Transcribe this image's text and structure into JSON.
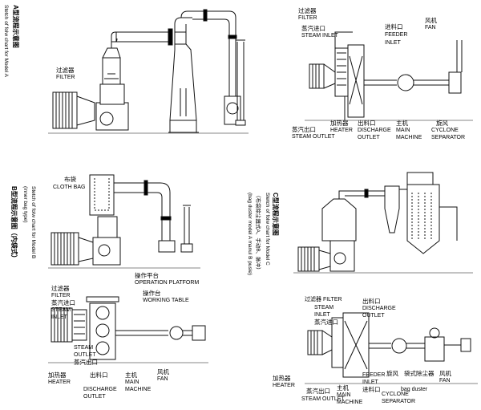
{
  "titles": {
    "a_cn": "A型流程示意图",
    "a_en": "Stetch of folw chart for Model A",
    "b_cn": "B型流程示意图（内袋式）",
    "b_en": "Stetch of folw chart for Model B",
    "b_en2": "(inner bag type)",
    "c_cn": "C型流程示意图",
    "c_en": "Stetch of folw chart for Model C",
    "c_note_cn": "（布袋除尘器式A、手动B、脉冲）",
    "c_note_en": "(bag duster model A manul B pusle)"
  },
  "labels": {
    "filter_cn": "过滤器",
    "filter_en": "FILTER",
    "steam_inlet_cn": "蒸汽进口",
    "steam_inlet_en": "STEAM INLET",
    "steam_en": "STEAM",
    "inlet_en": "INLET",
    "feeder_inlet_cn": "进料口",
    "feeder_en": "FEEDER",
    "fan_cn": "风机",
    "fan_en": "FAN",
    "steam_outlet_cn": "蒸汽出口",
    "steam_outlet_en": "STEAM OUTLET",
    "outlet_en": "OUTLET",
    "heater_cn": "加热器",
    "heater_en": "HEATER",
    "discharge_cn": "出料口",
    "discharge_en": "DISCHARGE",
    "discharge_outlet_en": "DISCHARGE OUTLET",
    "main_cn": "主机",
    "main_en": "MAIN",
    "machine_en": "MACHINE",
    "cyclone_cn": "旋风",
    "cyclone_en": "CYCLONE",
    "separator_en": "SEPARATOR",
    "cloth_bag_cn": "布袋",
    "cloth_bag_en": "CLOTH BAG",
    "op_platform_cn": "操作平台",
    "op_platform_en": "OPERATION PLATFORM",
    "work_table_cn": "操作台",
    "work_table_en": "WORKING TABLE",
    "filter_combo": "过滤器 FILTER",
    "bag_duster_cn": "袋式除尘器",
    "bag_duster_en": "bag duster",
    "feeder_inlet_combo_cn": "进料口",
    "cyclone_combo": "旋风"
  },
  "colors": {
    "line": "#111111",
    "fill": "#ffffff",
    "dark": "#000000"
  }
}
